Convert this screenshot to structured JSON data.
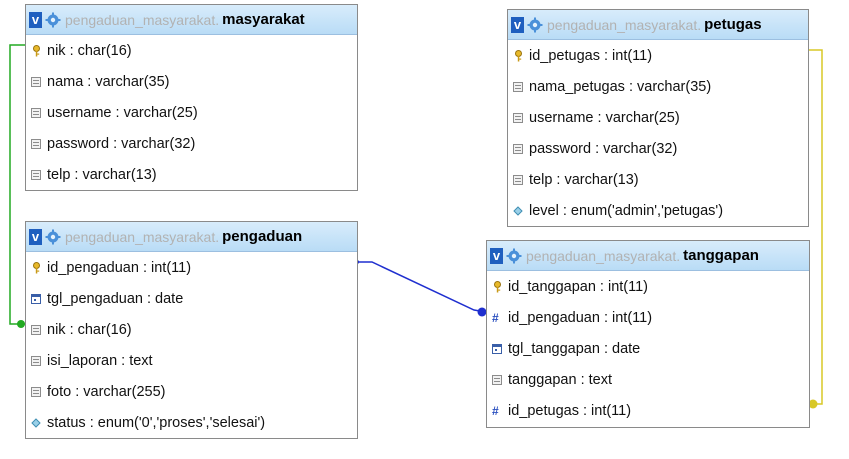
{
  "database": "pengaduan_masyarakat.",
  "tables": {
    "masyarakat": {
      "name": "masyarakat",
      "columns": [
        {
          "key": "primary",
          "text": "nik : char(16)"
        },
        {
          "key": "column",
          "text": "nama : varchar(35)"
        },
        {
          "key": "column",
          "text": "username : varchar(25)"
        },
        {
          "key": "column",
          "text": "password : varchar(32)"
        },
        {
          "key": "column",
          "text": "telp : varchar(13)"
        }
      ]
    },
    "pengaduan": {
      "name": "pengaduan",
      "columns": [
        {
          "key": "primary",
          "text": "id_pengaduan : int(11)"
        },
        {
          "key": "date",
          "text": "tgl_pengaduan : date"
        },
        {
          "key": "column",
          "text": "nik : char(16)"
        },
        {
          "key": "column",
          "text": "isi_laporan : text"
        },
        {
          "key": "column",
          "text": "foto : varchar(255)"
        },
        {
          "key": "enum",
          "text": "status : enum('0','proses','selesai')"
        }
      ]
    },
    "petugas": {
      "name": "petugas",
      "columns": [
        {
          "key": "primary",
          "text": "id_petugas : int(11)"
        },
        {
          "key": "column",
          "text": "nama_petugas : varchar(35)"
        },
        {
          "key": "column",
          "text": "username : varchar(25)"
        },
        {
          "key": "column",
          "text": "password : varchar(32)"
        },
        {
          "key": "column",
          "text": "telp : varchar(13)"
        },
        {
          "key": "enum",
          "text": "level : enum('admin','petugas')"
        }
      ]
    },
    "tanggapan": {
      "name": "tanggapan",
      "columns": [
        {
          "key": "primary",
          "text": "id_tanggapan : int(11)"
        },
        {
          "key": "numeric",
          "text": "id_pengaduan : int(11)"
        },
        {
          "key": "date",
          "text": "tgl_tanggapan : date"
        },
        {
          "key": "column",
          "text": "tanggapan : text"
        },
        {
          "key": "numeric",
          "text": "id_petugas : int(11)"
        }
      ]
    }
  },
  "relations": [
    {
      "from": "masyarakat.nik",
      "to": "pengaduan.nik",
      "color": "#22aa22"
    },
    {
      "from": "pengaduan.id_pengaduan",
      "to": "tanggapan.id_pengaduan",
      "color": "#1f2fcf"
    },
    {
      "from": "petugas.id_petugas",
      "to": "tanggapan.id_petugas",
      "color": "#d8c826"
    }
  ],
  "icons": {
    "primary": "key-icon",
    "column": "column-icon",
    "date": "date-icon",
    "numeric": "hash-icon",
    "enum": "enum-icon"
  },
  "colors": {
    "header_top": "#d8ecfb",
    "header_bottom": "#b9dcf6",
    "view_icon": "#1f5fbf",
    "db_prefix": "#b2b2b2"
  }
}
